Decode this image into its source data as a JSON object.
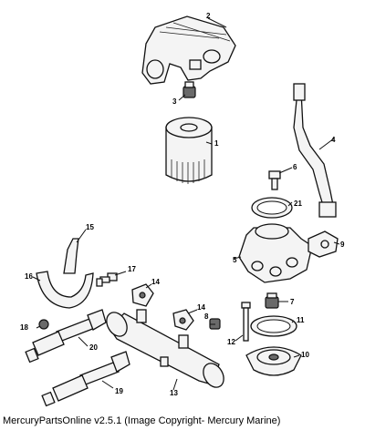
{
  "caption": "MercuryPartsOnline v2.5.1 (Image Copyright- Mercury Marine)",
  "callouts": {
    "c1": "1",
    "c2": "2",
    "c3": "3",
    "c4": "4",
    "c5": "5",
    "c6": "6",
    "c7": "7",
    "c8": "8",
    "c9": "9",
    "c10": "10",
    "c11": "11",
    "c12": "12",
    "c13": "13",
    "c14a": "14",
    "c14b": "14",
    "c15": "15",
    "c16": "16",
    "c17": "17",
    "c18": "18",
    "c19": "19",
    "c20": "20",
    "c21": "21"
  }
}
